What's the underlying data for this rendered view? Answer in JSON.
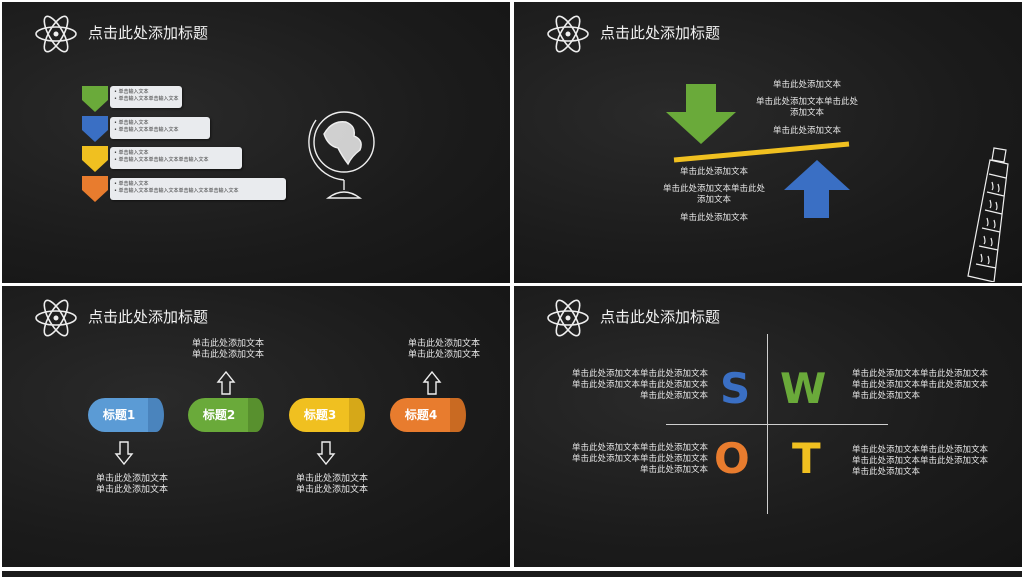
{
  "slides": {
    "s1": {
      "title": "点击此处添加标题",
      "rows": [
        {
          "color": "#6aaa3a",
          "lines": [
            "• 单击输入文本",
            "• 单击输入文本单击输入文本"
          ]
        },
        {
          "color": "#3a6fc4",
          "lines": [
            "• 单击输入文本",
            "• 单击输入文本单击输入文本"
          ]
        },
        {
          "color": "#f0c020",
          "lines": [
            "• 单击输入文本",
            "• 单击输入文本单击输入文本单击输入文本"
          ]
        },
        {
          "color": "#e87c2e",
          "lines": [
            "• 单击输入文本",
            "• 单击输入文本单击输入文本单击输入文本单击输入文本"
          ]
        }
      ]
    },
    "s2": {
      "title": "点击此处添加标题",
      "top_texts": [
        "单击此处添加文本",
        "单击此处添加文本单击此处",
        "添加文本",
        "单击此处添加文本"
      ],
      "bottom_texts": [
        "单击此处添加文本",
        "单击此处添加文本单击此处",
        "添加文本",
        "单击此处添加文本"
      ],
      "colors": {
        "down_arrow": "#6aaa3a",
        "up_arrow": "#3a6fc4",
        "beam": "#f0c020"
      }
    },
    "s3": {
      "title": "点击此处添加标题",
      "steps": [
        {
          "label": "标题1",
          "color": "#5b9bd5",
          "text1": "单击此处添加文本",
          "text2": "单击此处添加文本"
        },
        {
          "label": "标题2",
          "color": "#6aaa3a",
          "text1": "单击此处添加文本",
          "text2": "单击此处添加文本"
        },
        {
          "label": "标题3",
          "color": "#f0c020",
          "text1": "单击此处添加文本",
          "text2": "单击此处添加文本"
        },
        {
          "label": "标题4",
          "color": "#e87c2e",
          "text1": "单击此处添加文本",
          "text2": "单击此处添加文本"
        }
      ]
    },
    "s4": {
      "title": "点击此处添加标题",
      "letters": {
        "s": "S",
        "w": "W",
        "o": "O",
        "t": "T"
      },
      "colors": {
        "s": "#3a6fc4",
        "w": "#6aaa3a",
        "o": "#e87c2e",
        "t": "#f0c020"
      },
      "tl": [
        "单击此处添加文本单击此处添加文本",
        "单击此处添加文本单击此处添加文本",
        "单击此处添加文本"
      ],
      "tr": [
        "单击此处添加文本单击此处添加文本",
        "单击此处添加文本单击此处添加文本",
        "单击此处添加文本"
      ],
      "bl": [
        "单击此处添加文本单击此处添加文本",
        "单击此处添加文本单击此处添加文本",
        "单击此处添加文本"
      ],
      "br": [
        "单击此处添加文本单击此处添加文本",
        "单击此处添加文本单击此处添加文本",
        "单击此处添加文本"
      ]
    }
  }
}
